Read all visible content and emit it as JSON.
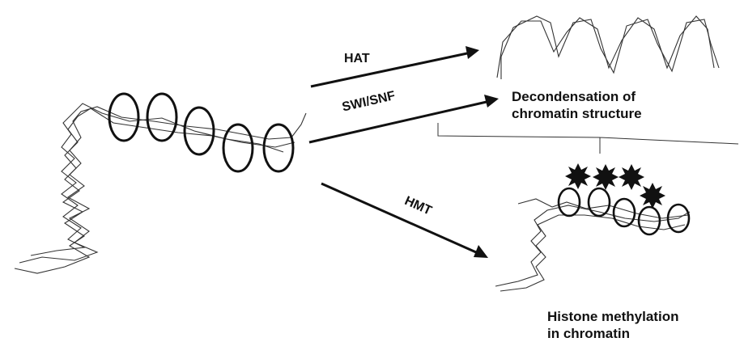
{
  "labels": {
    "hat": "HAT",
    "swi_snf": "SWI/SNF",
    "hmt": "HMT",
    "decondensation": [
      "Decondensation of",
      "chromatin structure"
    ],
    "methylation": [
      "Histone methylation",
      "in chromatin"
    ]
  },
  "colors": {
    "ink": "#111111",
    "fiber": "#333333"
  },
  "icons": {
    "nucleosome": "ellipse-outline",
    "methyl_mark": "star-8-point",
    "arrow": "arrow-right"
  }
}
